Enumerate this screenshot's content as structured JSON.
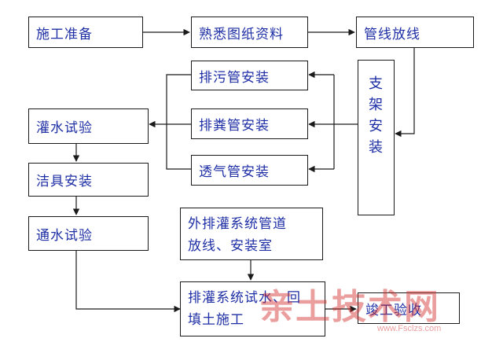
{
  "nodes": {
    "prep": "施工准备",
    "familiar": "熟悉图纸资料",
    "layout": "管线放线",
    "support": [
      "支",
      "架",
      "安",
      "装"
    ],
    "sewage": "排污管安装",
    "feces": "排粪管安装",
    "vent": "透气管安装",
    "fill_test": "灌水试验",
    "fixture": "洁具安装",
    "flow_test": "通水试验",
    "outer_line1": "外排灌系统管道",
    "outer_line2": "放线、安装室",
    "system_line1": "排灌系统试水、回",
    "system_line2": "填土施工",
    "acceptance": "竣工验收"
  },
  "watermark": {
    "text": "亲土技术网",
    "url": "www.Fsclzs.com",
    "color": "#d22828"
  },
  "colors": {
    "text": "#1e2fa5",
    "border": "#1a1a1a",
    "arrow": "#1a1a1a"
  }
}
